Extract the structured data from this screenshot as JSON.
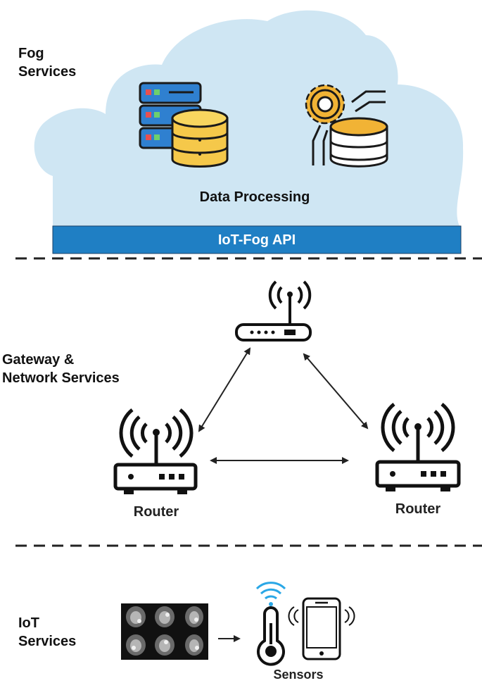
{
  "layers": {
    "fog": {
      "label_line1": "Fog",
      "label_line2": "Services"
    },
    "gateway": {
      "label_line1": "Gateway &",
      "label_line2": "Network Services"
    },
    "iot": {
      "label_line1": "IoT",
      "label_line2": "Services"
    }
  },
  "fog": {
    "processing_label": "Data Processing",
    "api_label": "IoT-Fog API",
    "api_color": "#1f7fc4",
    "cloud_color": "#cfe6f3"
  },
  "network": {
    "router_left_label": "Router",
    "router_right_label": "Router"
  },
  "iot": {
    "sensors_label": "Sensors",
    "wifi_color": "#2aa7e6"
  },
  "icons": {
    "database_server": "database-server-icon",
    "settings_database": "settings-database-icon",
    "modem": "modem-icon",
    "router": "router-icon",
    "mri_scans": "mri-scans-image",
    "thermometer": "thermometer-sensor-icon",
    "smartphone": "smartphone-icon"
  }
}
